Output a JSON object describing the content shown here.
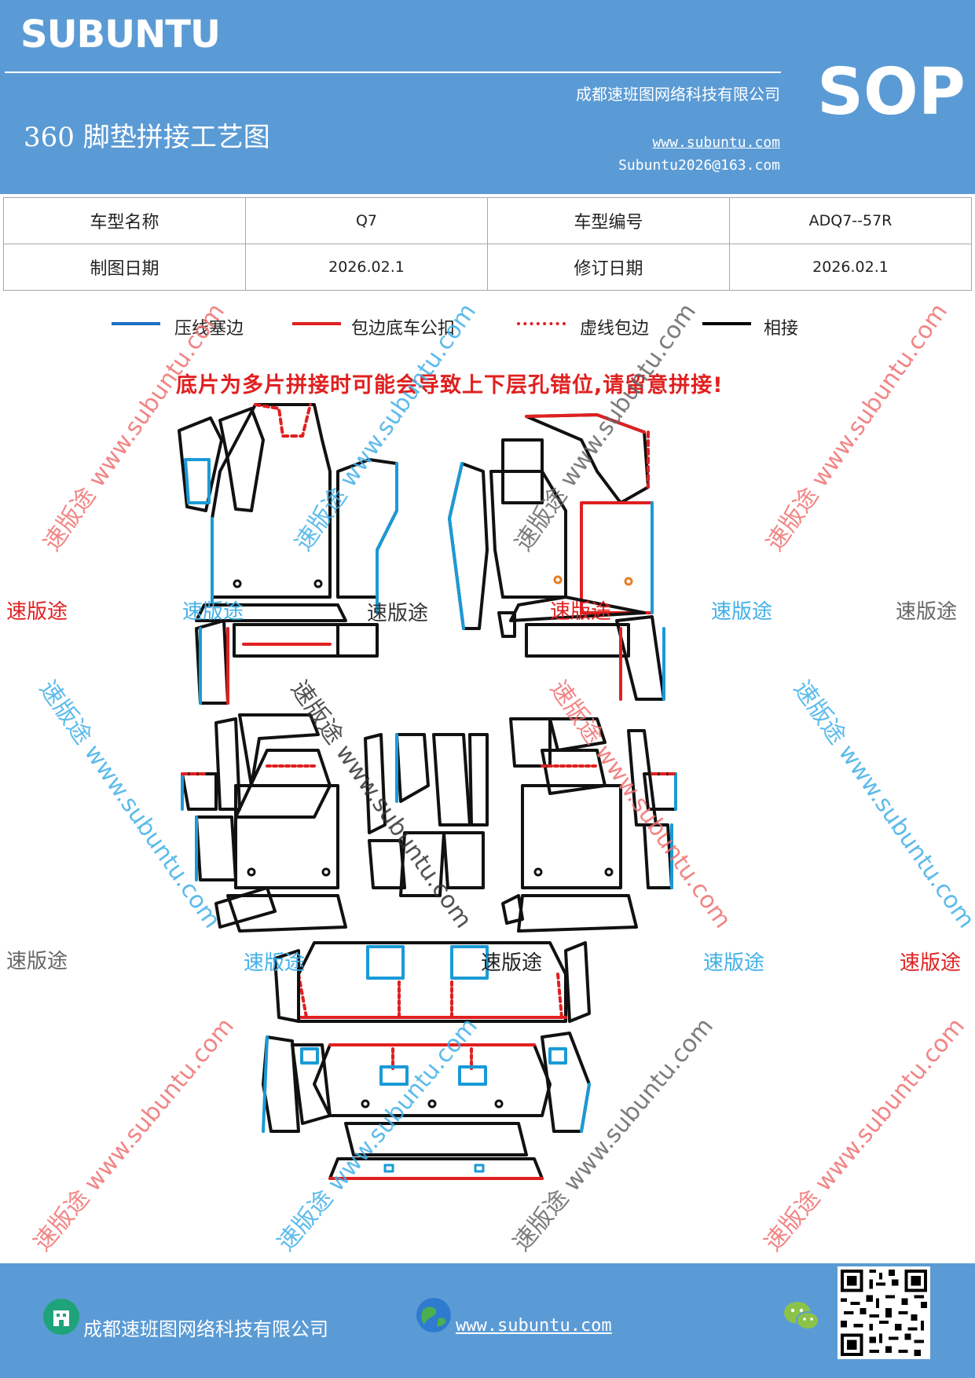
{
  "header": {
    "brand": "SUBUNTU",
    "company": "成都速班图网络科技有限公司",
    "title": "360 脚垫拼接工艺图",
    "website": "www.subuntu.com",
    "email": "Subuntu2026@163.com",
    "badge": "SOP"
  },
  "info_table": {
    "rows": [
      {
        "label1": "车型名称",
        "value1": "Q7",
        "label2": "车型编号",
        "value2": "ADQ7--57R"
      },
      {
        "label1": "制图日期",
        "value1": "2026.02.1",
        "label2": "修订日期",
        "value2": "2026.02.1"
      }
    ]
  },
  "legend": [
    {
      "label": "压线塞边",
      "color": "#1a6fc4",
      "style": "solid"
    },
    {
      "label": "包边底车公扣",
      "color": "#e02020",
      "style": "solid"
    },
    {
      "label": "虚线包边",
      "color": "#e02020",
      "style": "dotted"
    },
    {
      "label": "相接",
      "color": "#000000",
      "style": "solid"
    }
  ],
  "warning": "底片为多片拼接时可能会导致上下层孔错位,请留意拼接!",
  "watermarks": {
    "brand_text": "速版途",
    "url_text": "速版途 www.subuntu.com"
  },
  "footer": {
    "company": "成都速班图网络科技有限公司",
    "website": "www.subuntu.com"
  },
  "colors": {
    "header_bg": "#5b9bd5",
    "blue_line": "#1a9ad6",
    "red_line": "#e02020",
    "black_line": "#111111"
  },
  "icons": [
    "building-icon",
    "globe-icon",
    "wechat-icon",
    "qr-code"
  ]
}
